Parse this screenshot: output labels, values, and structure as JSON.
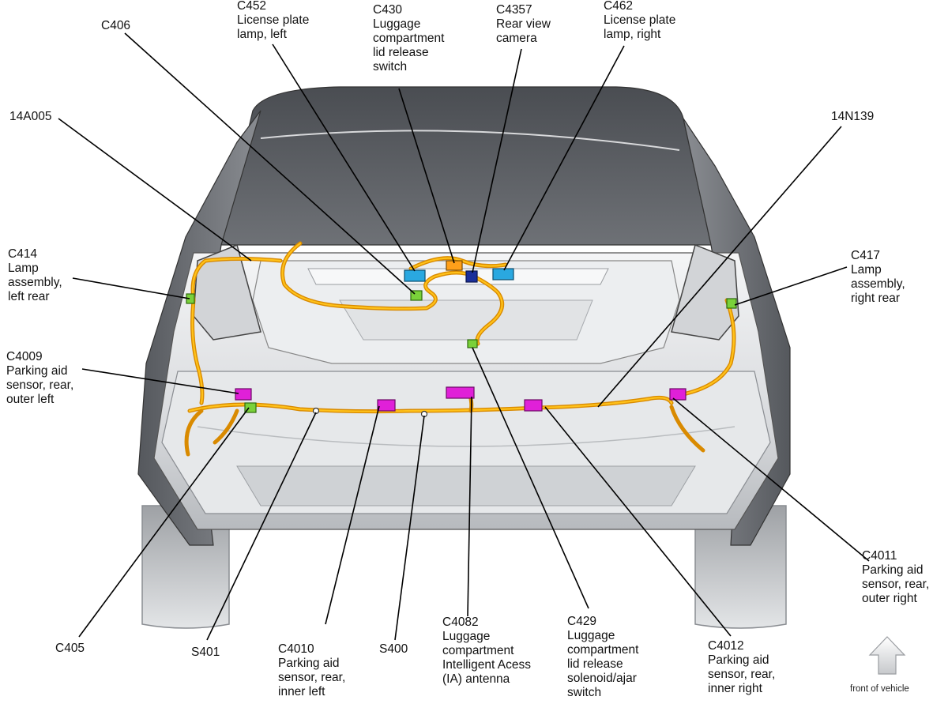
{
  "labels": {
    "c406": {
      "lines": [
        "C406"
      ]
    },
    "c452": {
      "lines": [
        "C452",
        "License plate",
        "lamp, left"
      ]
    },
    "c430": {
      "lines": [
        "C430",
        "Luggage",
        "compartment",
        "lid release",
        "switch"
      ]
    },
    "c4357": {
      "lines": [
        "C4357",
        "Rear view",
        "camera"
      ]
    },
    "c462": {
      "lines": [
        "C462",
        "License plate",
        "lamp, right"
      ]
    },
    "a14a005": {
      "lines": [
        "14A005"
      ]
    },
    "n14n139": {
      "lines": [
        "14N139"
      ]
    },
    "c414": {
      "lines": [
        "C414",
        "Lamp",
        "assembly,",
        "left rear"
      ]
    },
    "c417": {
      "lines": [
        "C417",
        "Lamp",
        "assembly,",
        "right rear"
      ]
    },
    "c4009": {
      "lines": [
        "C4009",
        "Parking aid",
        "sensor, rear,",
        "outer left"
      ]
    },
    "c4011": {
      "lines": [
        "C4011",
        "Parking aid",
        "sensor, rear,",
        "outer right"
      ]
    },
    "c405": {
      "lines": [
        "C405"
      ]
    },
    "s401": {
      "lines": [
        "S401"
      ]
    },
    "c4010": {
      "lines": [
        "C4010",
        "Parking aid",
        "sensor, rear,",
        "inner left"
      ]
    },
    "s400": {
      "lines": [
        "S400"
      ]
    },
    "c4082": {
      "lines": [
        "C4082",
        "Luggage",
        "compartment",
        "Intelligent Acess",
        "(IA) antenna"
      ]
    },
    "c429": {
      "lines": [
        "C429",
        "Luggage",
        "compartment",
        "lid release",
        "solenoid/ajar",
        "switch"
      ]
    },
    "c4012": {
      "lines": [
        "C4012",
        "Parking aid",
        "sensor, rear,",
        "inner right"
      ]
    }
  },
  "orientation": {
    "text": "front of vehicle",
    "icon": "up-arrow-icon"
  },
  "colors": {
    "harness": "#ffc21a",
    "harness_edge": "#d98a00",
    "connector_magenta": "#e020d8",
    "connector_blue": "#2aa8e0",
    "connector_green": "#7ad13a",
    "body_dark": "#5a5d62",
    "body_light": "#e4e6e8"
  }
}
